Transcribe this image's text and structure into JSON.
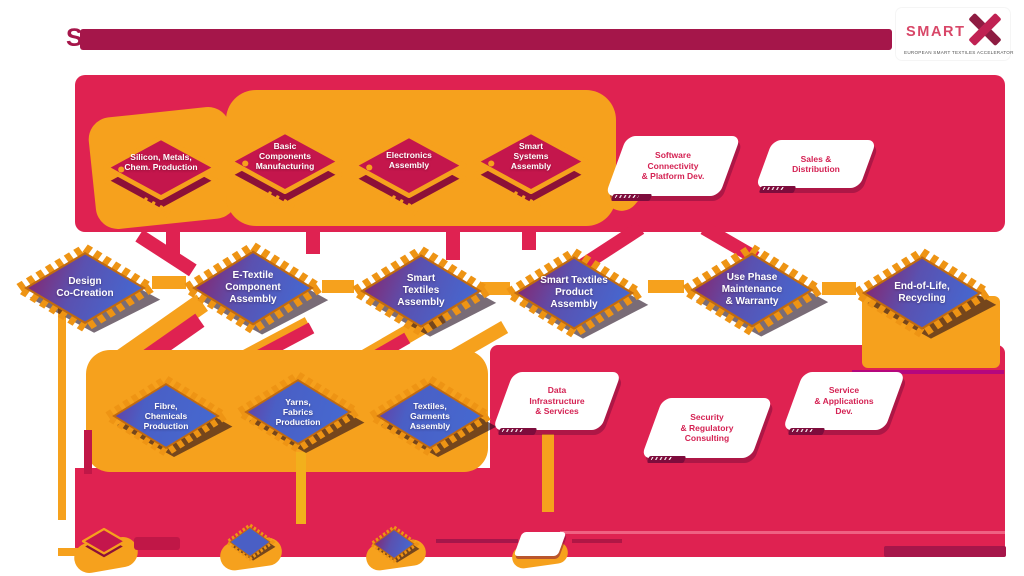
{
  "header": {
    "title_prefix": "S",
    "logo": {
      "brand": "SMART",
      "x_mark": "smartx-x-icon",
      "tagline": "EUROPEAN SMART TEXTILES ACCELERATOR"
    }
  },
  "top_row": {
    "chips": [
      "Silicon, Metals,\nChem. Production",
      "Basic\nComponents\nManufacturing",
      "Electronics\nAssembly",
      "Smart\nSystems\nAssembly"
    ],
    "cards": [
      "Software\nConnectivity\n& Platform Dev.",
      "Sales &\nDistribution"
    ]
  },
  "main_row": {
    "chips": [
      "Design\nCo-Creation",
      "E-Textile\nComponent\nAssembly",
      "Smart\nTextiles\nAssembly",
      "Smart Textiles\nProduct\nAssembly",
      "Use Phase\nMaintenance\n& Warranty",
      "End-of-Life,\nRecycling"
    ]
  },
  "textile_row": {
    "chips": [
      "Fibre,\nChemicals\nProduction",
      "Yarns,\nFabrics\nProduction",
      "Textiles,\nGarments\nAssembly"
    ]
  },
  "service_cards": [
    "Data\nInfrastructure\n& Services",
    "Security\n& Regulatory\nConsulting",
    "Service\n& Applications\nDev."
  ],
  "legend": {
    "icons": [
      "red-box-chip-icon",
      "blue-chip-icon",
      "purple-chip-icon",
      "white-card-icon"
    ]
  },
  "colors": {
    "panel_crimson": "#DF2251",
    "dark_crimson": "#A5164A",
    "chip_red": "#C4164C",
    "chip_red_shadow": "#8C1038",
    "orange": "#F6A11D",
    "chip_purple_start": "#8F1E63",
    "chip_blue_end": "#4766CE",
    "card_text": "#D42253"
  }
}
